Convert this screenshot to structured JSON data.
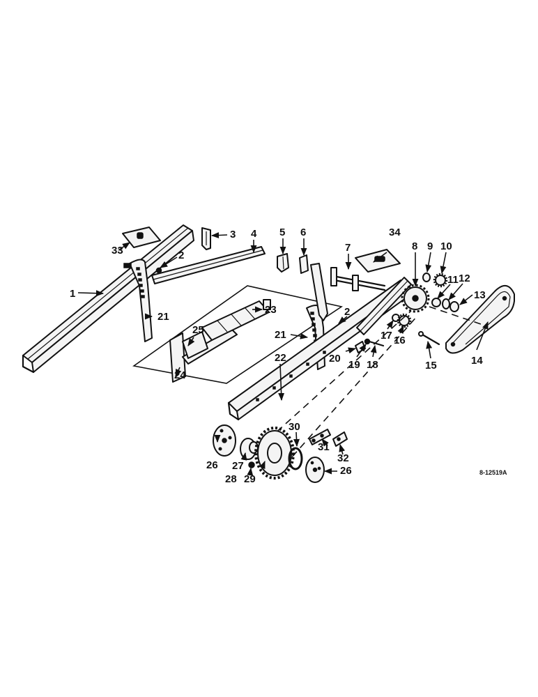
{
  "diagram": {
    "reference_code": "8-12519A",
    "callouts": [
      "1",
      "2",
      "2",
      "3",
      "4",
      "5",
      "6",
      "7",
      "8",
      "9",
      "10",
      "11",
      "12",
      "13",
      "14",
      "15",
      "16",
      "17",
      "18",
      "19",
      "20",
      "21",
      "21",
      "22",
      "23",
      "24",
      "25",
      "26",
      "26",
      "27",
      "28",
      "29",
      "30",
      "31",
      "32",
      "33",
      "34"
    ]
  }
}
